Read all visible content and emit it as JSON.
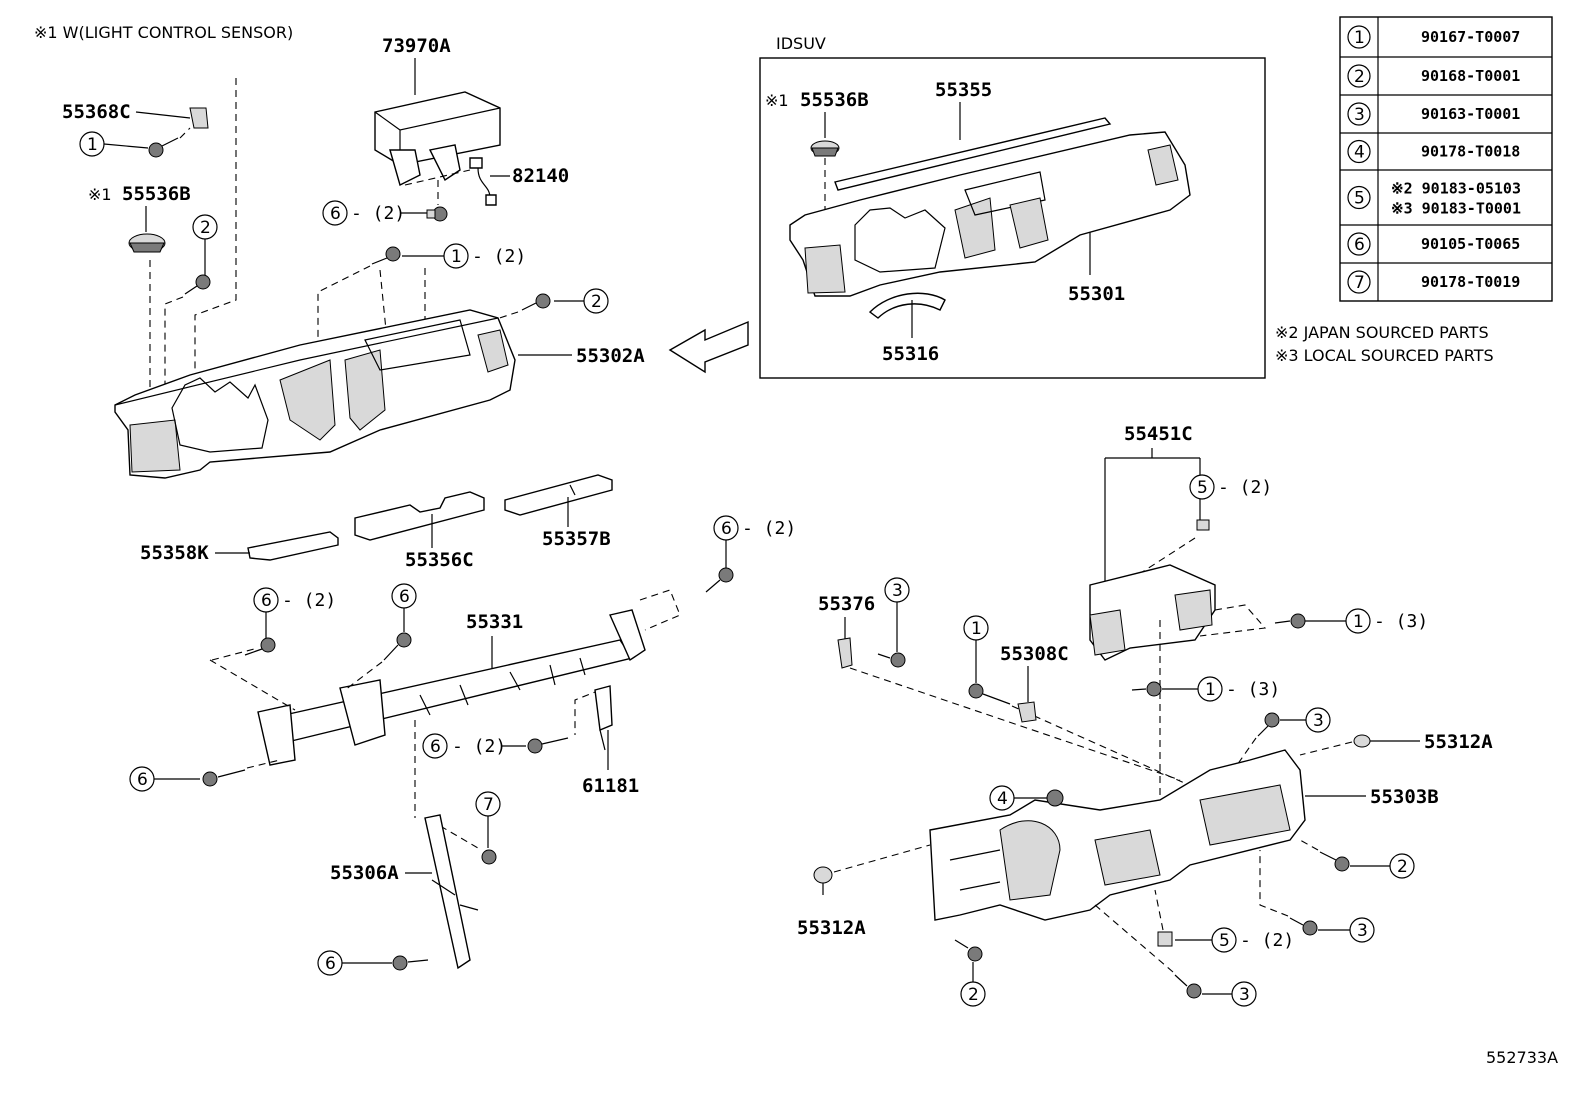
{
  "notes": {
    "sensor_note": "※1  W(LIGHT CONTROL SENSOR)",
    "japan_note": "※2 JAPAN SOURCED PARTS",
    "local_note": "※3 LOCAL SOURCED PARTS",
    "diagram_id": "552733A",
    "inset_label": "IDSUV"
  },
  "parts": {
    "p73970A": "73970A",
    "p55368C": "55368C",
    "p82140": "82140",
    "p55536B": "55536B",
    "p55536B_mark": "※1",
    "p55536B_inset": "55536B",
    "p55536B_inset_mark": "※1",
    "p55355": "55355",
    "p55301": "55301",
    "p55316": "55316",
    "p55302A": "55302A",
    "p55358K": "55358K",
    "p55356C": "55356C",
    "p55357B": "55357B",
    "p55331": "55331",
    "p61181": "61181",
    "p55306A": "55306A",
    "p55451C": "55451C",
    "p55376": "55376",
    "p55308C": "55308C",
    "p55312A_right": "55312A",
    "p55303B": "55303B",
    "p55312A_left": "55312A"
  },
  "callouts": {
    "c1a": "1",
    "c2a": "2",
    "c6a": "6",
    "c6a_qty": "- (2)",
    "c1b": "1",
    "c1b_qty": "- (2)",
    "c2b": "2",
    "c6b": "6",
    "c6b_qty": "- (2)",
    "c6c": "6",
    "c6c_qty": "- (2)",
    "c6d": "6",
    "c6e": "6",
    "c6e_qty": "- (2)",
    "c6f": "6",
    "c7a": "7",
    "c6g": "6",
    "c5a": "5",
    "c5a_qty": "- (2)",
    "c3a": "3",
    "c1c": "1",
    "c1d": "1",
    "c1d_qty": "- (3)",
    "c1e": "1",
    "c1e_qty": "- (3)",
    "c3b": "3",
    "c4a": "4",
    "c2c": "2",
    "c3c": "3",
    "c5b": "5",
    "c5b_qty": "- (2)",
    "c3d": "3",
    "c2d": "2"
  },
  "table": {
    "rows": [
      {
        "ref": "1",
        "lines": [
          "90167-T0007"
        ]
      },
      {
        "ref": "2",
        "lines": [
          "90168-T0001"
        ]
      },
      {
        "ref": "3",
        "lines": [
          "90163-T0001"
        ]
      },
      {
        "ref": "4",
        "lines": [
          "90178-T0018"
        ]
      },
      {
        "ref": "5",
        "lines": [
          "※2  90183-05103",
          "※3  90183-T0001"
        ]
      },
      {
        "ref": "6",
        "lines": [
          "90105-T0065"
        ]
      },
      {
        "ref": "7",
        "lines": [
          "90178-T0019"
        ]
      }
    ]
  }
}
